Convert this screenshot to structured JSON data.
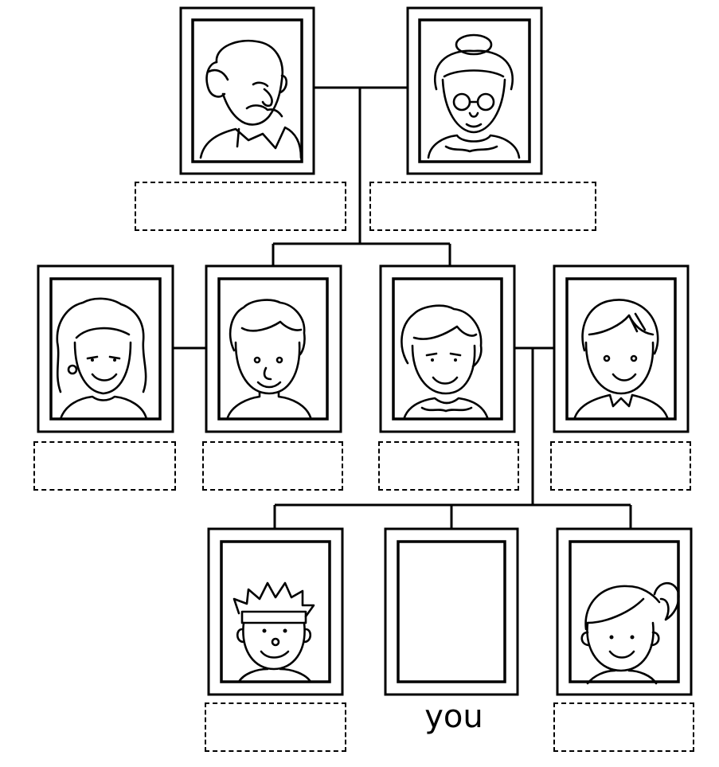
{
  "labels": {
    "you": "you"
  },
  "members": [
    {
      "id": "grandfather",
      "icon": "old-man-portrait-icon"
    },
    {
      "id": "grandmother",
      "icon": "old-woman-portrait-icon"
    },
    {
      "id": "aunt",
      "icon": "curly-hair-woman-portrait-icon"
    },
    {
      "id": "uncle",
      "icon": "curly-hair-man-portrait-icon"
    },
    {
      "id": "mother",
      "icon": "short-curly-hair-woman-portrait-icon"
    },
    {
      "id": "father",
      "icon": "straight-hair-man-portrait-icon"
    },
    {
      "id": "brother",
      "icon": "spiky-hair-boy-portrait-icon"
    },
    {
      "id": "you",
      "icon": "empty-portrait-frame"
    },
    {
      "id": "sister",
      "icon": "ponytail-girl-portrait-icon"
    }
  ],
  "name_fields": [
    {
      "for": "grandfather",
      "value": ""
    },
    {
      "for": "grandmother",
      "value": ""
    },
    {
      "for": "aunt",
      "value": ""
    },
    {
      "for": "uncle",
      "value": ""
    },
    {
      "for": "mother",
      "value": ""
    },
    {
      "for": "father",
      "value": ""
    },
    {
      "for": "brother",
      "value": ""
    },
    {
      "for": "sister",
      "value": ""
    }
  ]
}
